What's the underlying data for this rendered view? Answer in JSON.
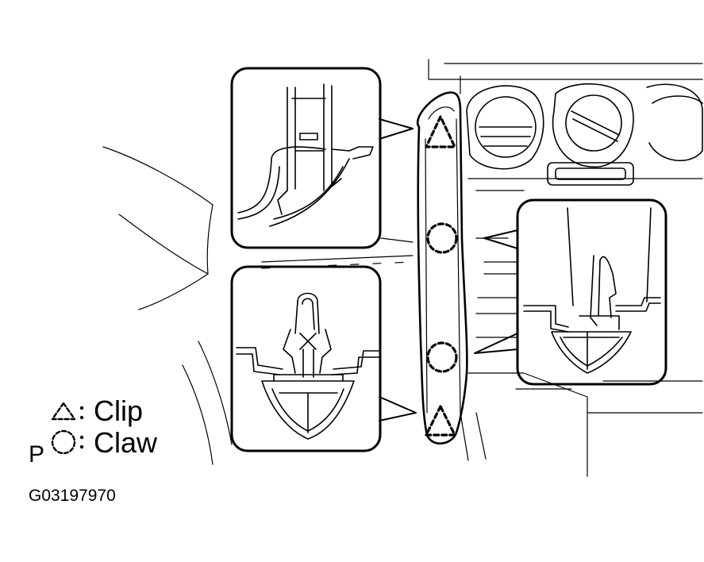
{
  "legend": {
    "clip_label": "Clip",
    "claw_label": "Claw",
    "clip_symbol": "dashed-triangle",
    "claw_symbol": "dashed-circle",
    "stray_letter": "P"
  },
  "figure_id": "G03197970",
  "colors": {
    "line": "#000000",
    "background": "#ffffff"
  }
}
